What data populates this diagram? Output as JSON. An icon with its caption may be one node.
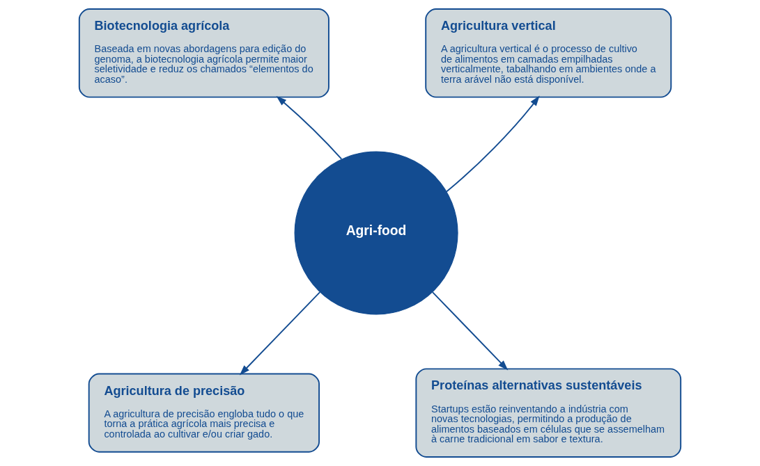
{
  "diagram": {
    "nodes": [
      {
        "text": [
          "Biotecnologia agrícola",
          "Baseada em novas abordagens para edição do genoma, a biotecnologia agrícola permite maior seletividade e reduz os chamados “elementos do acaso”."
        ]
      },
      {
        "text": [
          "Agricultura vertical",
          "A agricultura vertical é o processo de cultivo de alimentos em camadas empilhadas verticalmente, tabalhando em ambientes onde a terra arável não está disponível."
        ]
      },
      {
        "text": [
          "Agri-food"
        ]
      },
      {
        "text": [
          "Agricultura de precisão",
          "A agricultura de precisão engloba tudo o que torna a prática agrícola mais precisa e controlada ao cultivar e/ou criar gado."
        ]
      },
      {
        "text": [
          "Proteínas alternativas sustentáveis",
          "Startups estão reinventando a indústria com novas tecnologias, permitindo a produção de alimentos baseados em células que se assemelham à carne tradicional em sabor e textura."
        ]
      }
    ],
    "edges": [
      {
        "from": 2,
        "to": 0,
        "arrow": "to"
      },
      {
        "from": 2,
        "to": 1,
        "arrow": "to"
      },
      {
        "from": 2,
        "to": 3,
        "arrow": "to"
      },
      {
        "from": 2,
        "to": 4,
        "arrow": "to"
      }
    ]
  }
}
